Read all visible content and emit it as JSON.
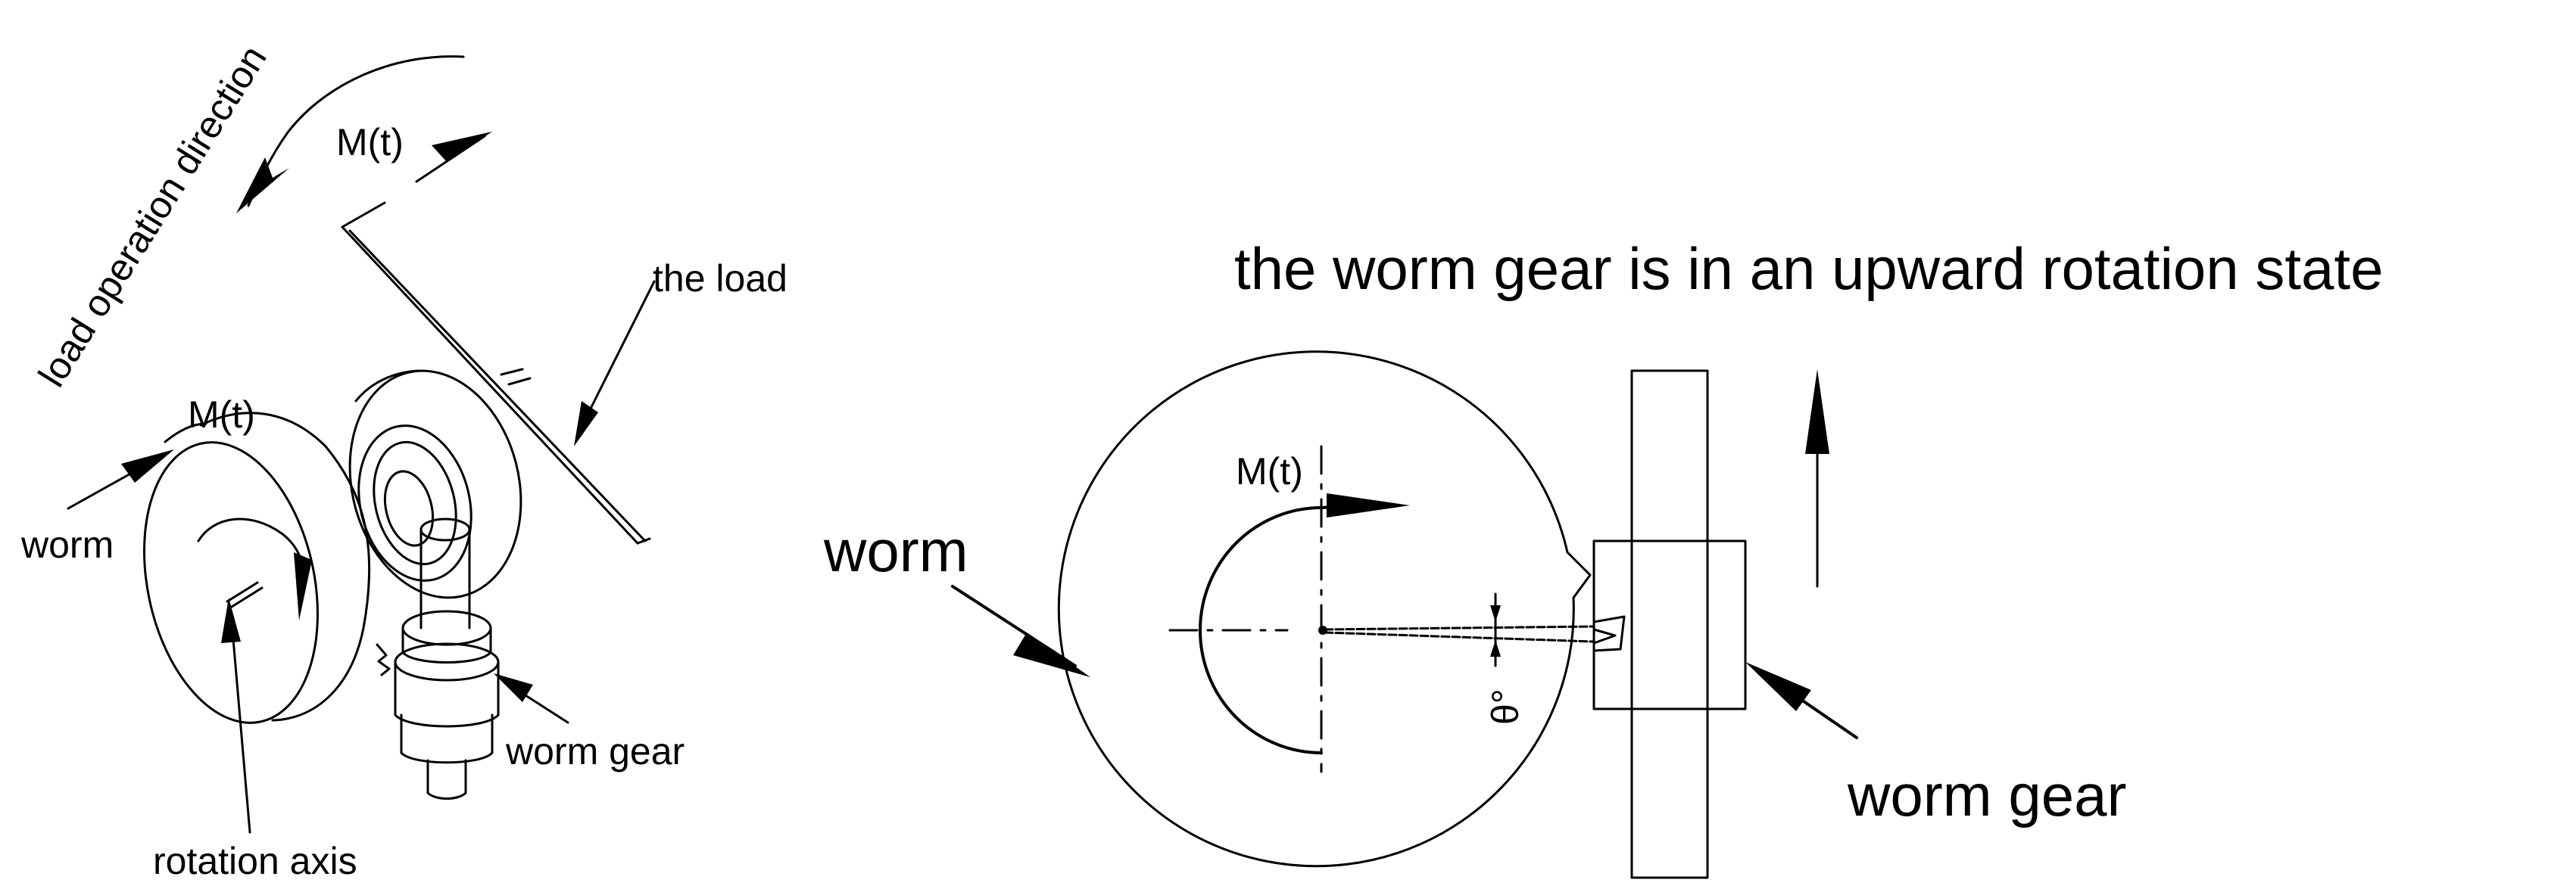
{
  "left_panel": {
    "load_direction_label": "load operation direction",
    "moment_label_top": "M(t)",
    "load_label": "the load",
    "moment_label_worm": "M(t)",
    "worm_label": "worm",
    "worm_gear_label": "worm gear",
    "rotation_axis_label": "rotation axis"
  },
  "right_panel": {
    "title": "the worm gear is in an upward rotation state",
    "moment_label": "M(t)",
    "worm_label": "worm",
    "worm_gear_label": "worm gear",
    "angle_label": "θ°"
  }
}
